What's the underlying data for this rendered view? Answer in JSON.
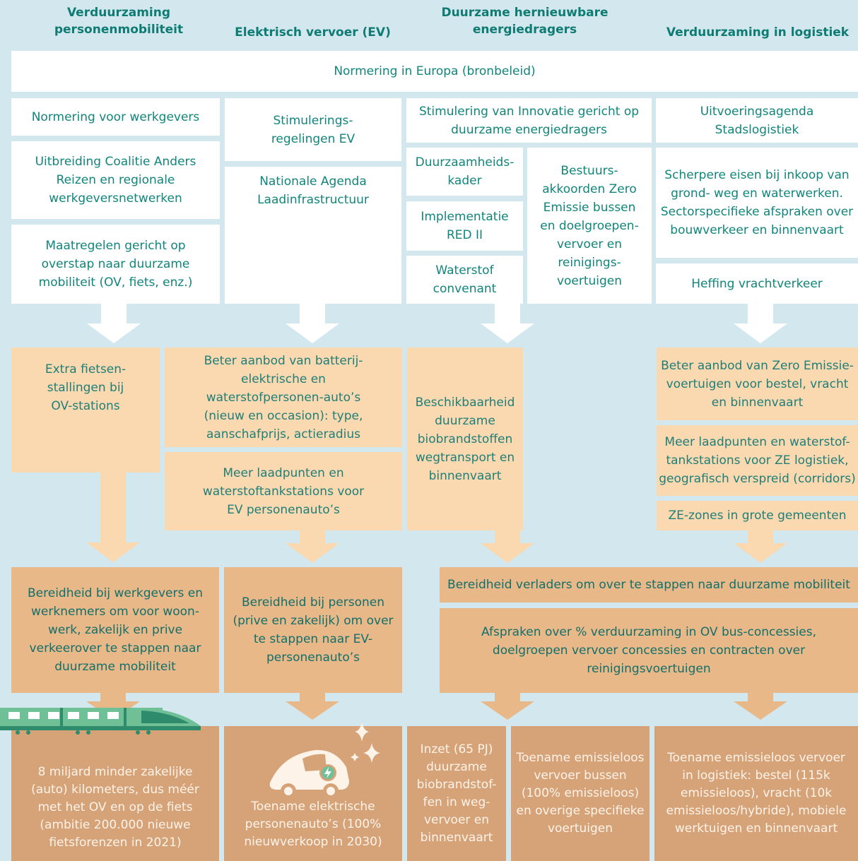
{
  "headers": {
    "personen": "Verduurzaming personenmobiliteit",
    "ev": "Elektrisch vervoer (EV)",
    "energie": "Duurzame hernieuwbare energiedragers",
    "logistiek": "Verduurzaming in logistiek"
  },
  "top_bar": "Normering in Europa (bronbeleid)",
  "policies": {
    "werkgevers_norm": "Normering voor werkgevers",
    "coalitie": "Uitbreiding Coalitie Anders Reizen en regionale werkgeversnetwerken",
    "maatregelen": "Maatregelen gericht op overstap naar duurzame mobiliteit (OV, fiets, enz.)",
    "stimulering_ev": "Stimulerings-regelingen EV",
    "agenda_laad": "Nationale Agenda Laadinfrastructuur",
    "innovatie": "Stimulering van Innovatie gericht op duurzame energiedragers",
    "kader": "Duurzaamheids-kader",
    "red2": "Implementatie RED II",
    "waterstof": "Waterstof convenant",
    "bestuur": "Bestuurs-akkoorden Zero Emissie bussen en doelgroepen-vervoer en reinigings-voertuigen",
    "stadslogistiek": "Uitvoeringsagenda Stadslogistiek",
    "inkoop": "Scherpere eisen bij inkoop van grond- weg en waterwerken. Sectorspecifieke afspraken over bouwverkeer en binnenvaart",
    "heffing": "Heffing vrachtverkeer"
  },
  "conditions": {
    "fietsen": "Extra fietsen-stallingen bij OV-stations",
    "aanbod_ev": "Beter aanbod van batterij-elektrische en waterstofpersonen-auto’s (nieuw en occasion): type, aanschafprijs, actieradius",
    "laadpunten_ev": "Meer laadpunten en waterstoftankstations voor EV personenauto’s",
    "bio": "Beschikbaarheid duurzame biobrandstoffen wegtransport en binnenvaart",
    "aanbod_ze": "Beter aanbod van Zero Emissie-voertuigen voor bestel, vracht en binnenvaart",
    "laadpunten_ze": "Meer laadpunten en waterstof-tankstations voor ZE logistiek, geografisch verspreid (corridors)",
    "ze_zones": "ZE-zones in grote gemeenten"
  },
  "behaviour": {
    "werkgevers": "Bereidheid bij werkgevers en werknemers om voor woon-werk, zakelijk en prive verkeerover te stappen naar duurzame mobiliteit",
    "personen": "Bereidheid bij personen (prive en zakelijk) om over te stappen naar EV-personenauto’s",
    "verladers": "Bereidheid verladers om over te stappen naar duurzame mobiliteit",
    "afspraken": "Afspraken over % verduurzaming in OV bus-concessies, doelgroepen vervoer concessies en contracten over reinigingsvoertuigen"
  },
  "outcomes": {
    "kilometers": "8 miljard minder zakelijke (auto) kilometers, dus méér met het OV en op de fiets (ambitie 200.000 nieuwe fietsforenzen in 2021)",
    "ev_autos": "Toename elektrische personenauto’s (100% nieuwverkoop in 2030)",
    "inzet": "Inzet (65 PJ) duurzame biobrandstof-fen in weg-vervoer en binnenvaart",
    "bussen": "Toename emissieloos vervoer bussen (100% emissieloos) en overige specifieke voertuigen",
    "logistiek": "Toename emissieloos vervoer in logistiek: bestel (115k emissieloos), vracht (10k emissieloos/hybride), mobiele werktuigen en binnenvaart"
  },
  "icons": [
    "train-icon",
    "electric-car-icon",
    "sparkle-icon"
  ],
  "colors": {
    "background": "#d3e7ef",
    "header_text": "#0f7c74",
    "policy_box": "#ffffff",
    "condition_box": "#fad8b0",
    "behaviour_box": "#e8b889",
    "outcome_box": "#d6a379"
  }
}
